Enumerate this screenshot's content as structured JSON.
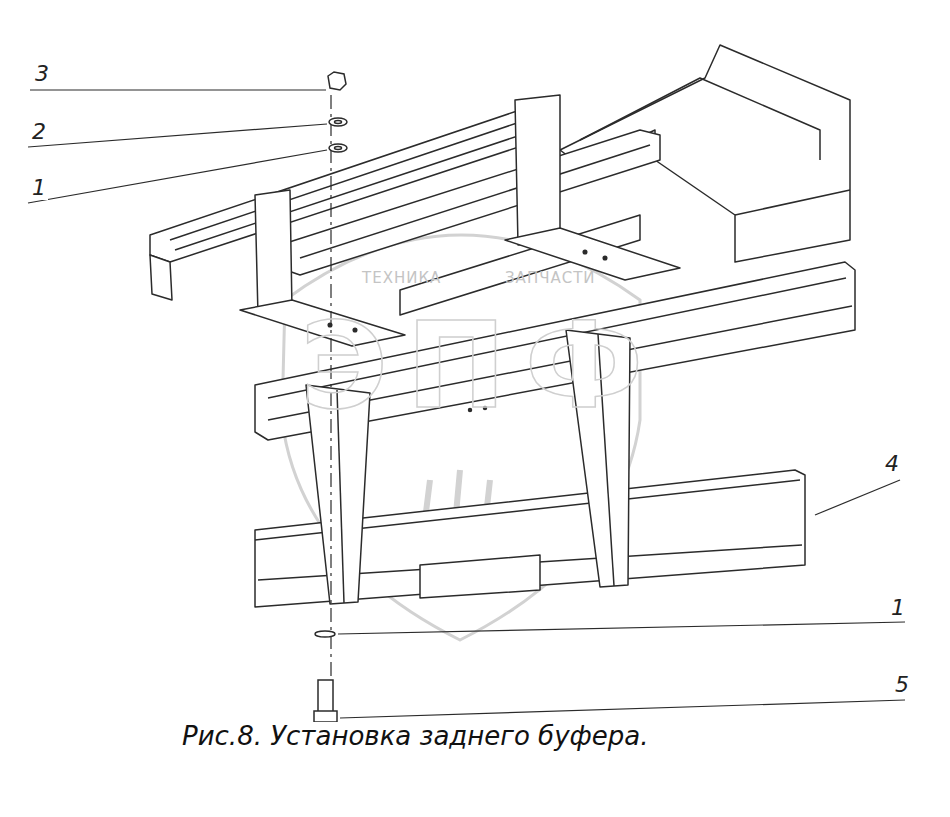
{
  "diagram": {
    "caption": "Рис.8. Установка заднего буфера.",
    "labels": [
      "3",
      "2",
      "1",
      "4",
      "1",
      "5",
      "ТЕХНИКА",
      "ЗАПЧАСТИ",
      "ЭПФ"
    ]
  }
}
